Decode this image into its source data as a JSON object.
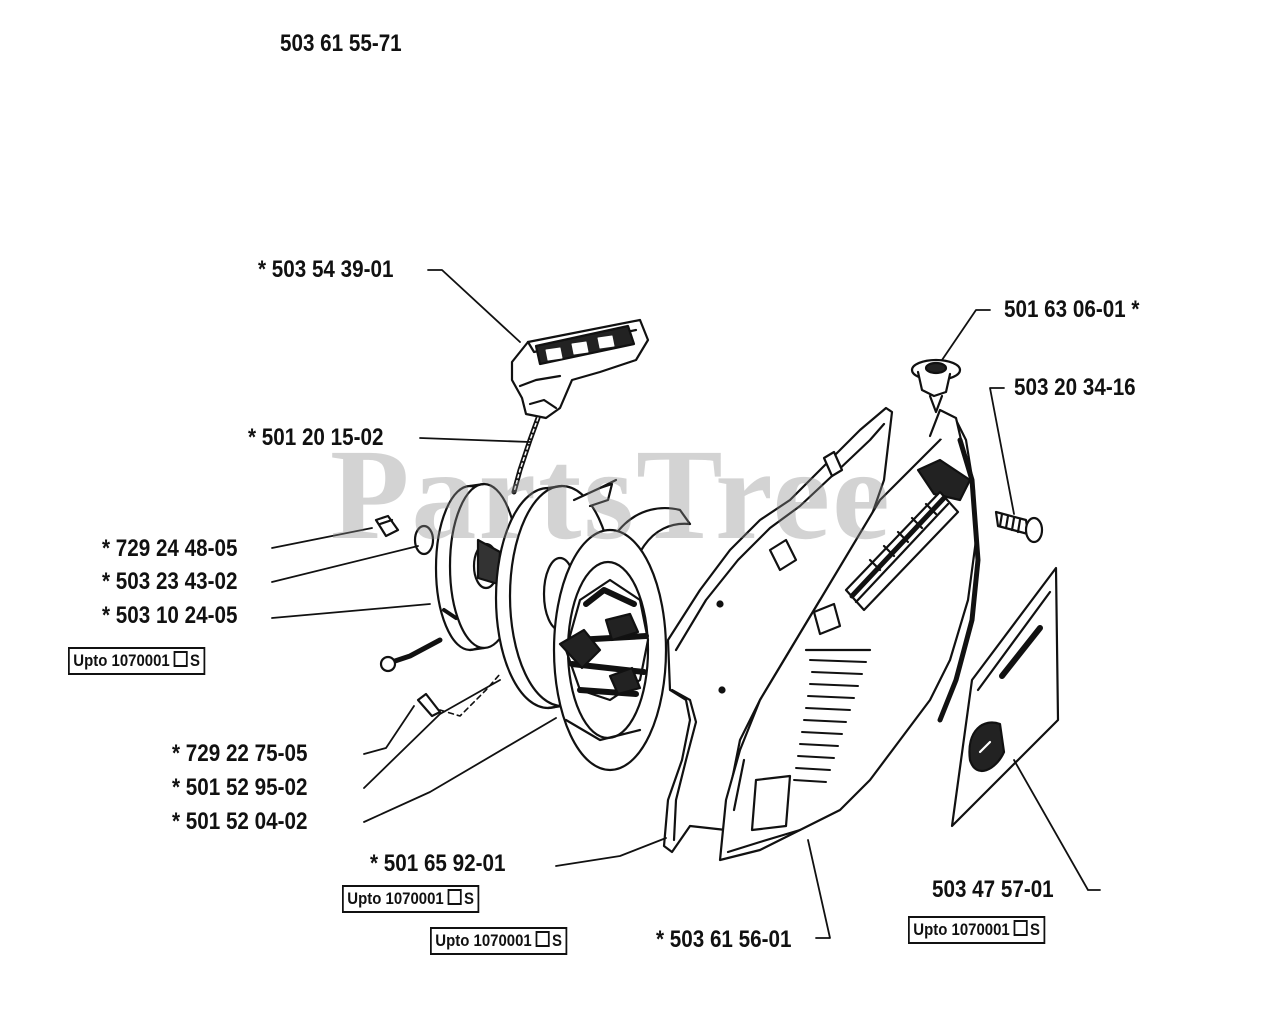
{
  "assembly_number": "503 61 55-71",
  "watermark": "PartsTree",
  "parts": [
    {
      "id": "starter-handle",
      "number": "* 503 54 39-01"
    },
    {
      "id": "starter-rope",
      "number": "* 501 20 15-02"
    },
    {
      "id": "screw-1",
      "number": "* 729 24 48-05"
    },
    {
      "id": "washer",
      "number": "* 503 23 43-02"
    },
    {
      "id": "rope-pulley",
      "number": "* 503 10 24-05"
    },
    {
      "id": "screw-2",
      "number": "* 729 22 75-05"
    },
    {
      "id": "spring-cassette",
      "number": "* 501 52 95-02"
    },
    {
      "id": "starter-housing",
      "number": "* 501 52 04-02"
    },
    {
      "id": "starter-cover",
      "number": "* 501 65 92-01"
    },
    {
      "id": "fan-housing",
      "number": "* 503 61 56-01"
    },
    {
      "id": "grommet",
      "number": "501 63 06-01 *"
    },
    {
      "id": "housing-screw",
      "number": "503 20 34-16"
    },
    {
      "id": "decal",
      "number": "503 47 57-01"
    }
  ],
  "notes": [
    {
      "id": "note-pulley",
      "text": "Upto 1070001",
      "suffix": "S"
    },
    {
      "id": "note-cover",
      "text": "Upto 1070001",
      "suffix": "S"
    },
    {
      "id": "note-housing",
      "text": "Upto 1070001",
      "suffix": "S"
    },
    {
      "id": "note-decal",
      "text": "Upto 1070001",
      "suffix": "S"
    }
  ]
}
